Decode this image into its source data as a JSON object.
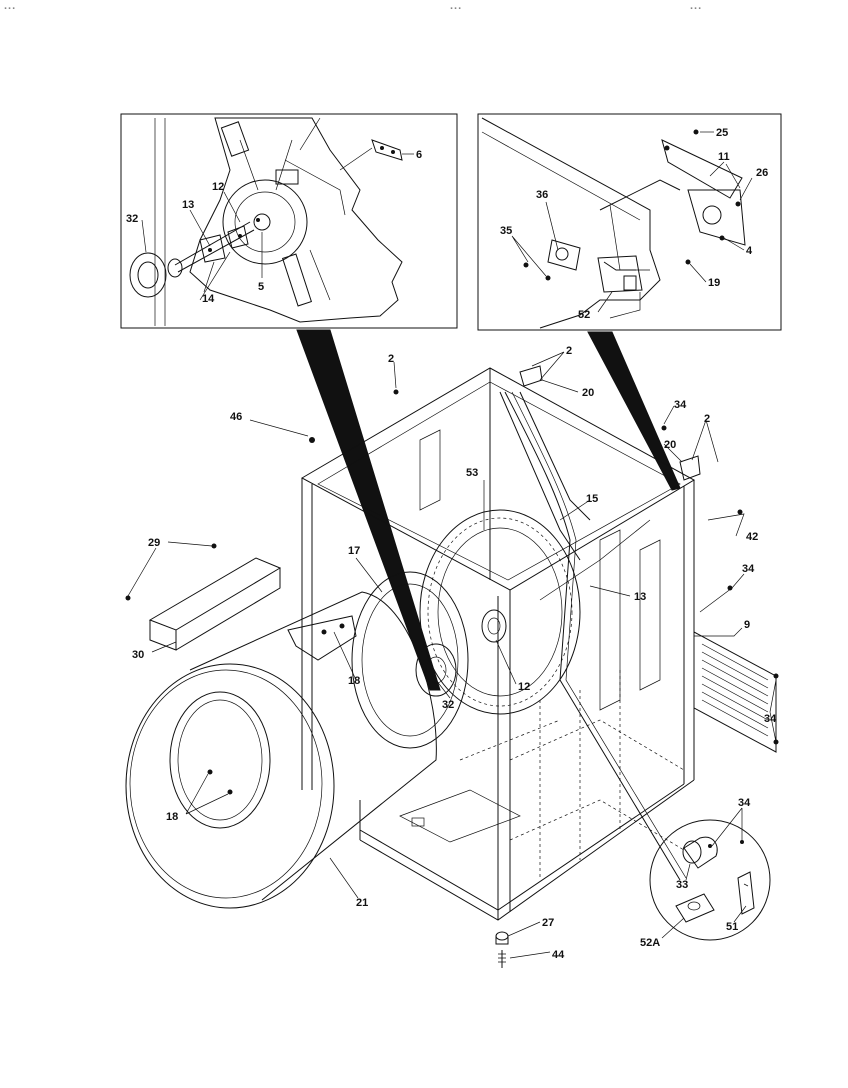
{
  "header": {
    "left": "...",
    "center": "...",
    "right": "..."
  },
  "callouts": {
    "inset_left": [
      "6",
      "12",
      "13",
      "32",
      "14",
      "5"
    ],
    "inset_right": [
      "25",
      "11",
      "26",
      "36",
      "35",
      "4",
      "19",
      "52"
    ],
    "main_top": [
      "2",
      "2",
      "20",
      "34",
      "2",
      "20",
      "46",
      "42",
      "53",
      "15"
    ],
    "main_mid": [
      "29",
      "17",
      "13",
      "34",
      "9",
      "30",
      "18",
      "12",
      "32",
      "34"
    ],
    "main_bottom": [
      "18",
      "21",
      "27",
      "44"
    ],
    "detail_circle": [
      "34",
      "33",
      "51",
      "52A"
    ]
  }
}
